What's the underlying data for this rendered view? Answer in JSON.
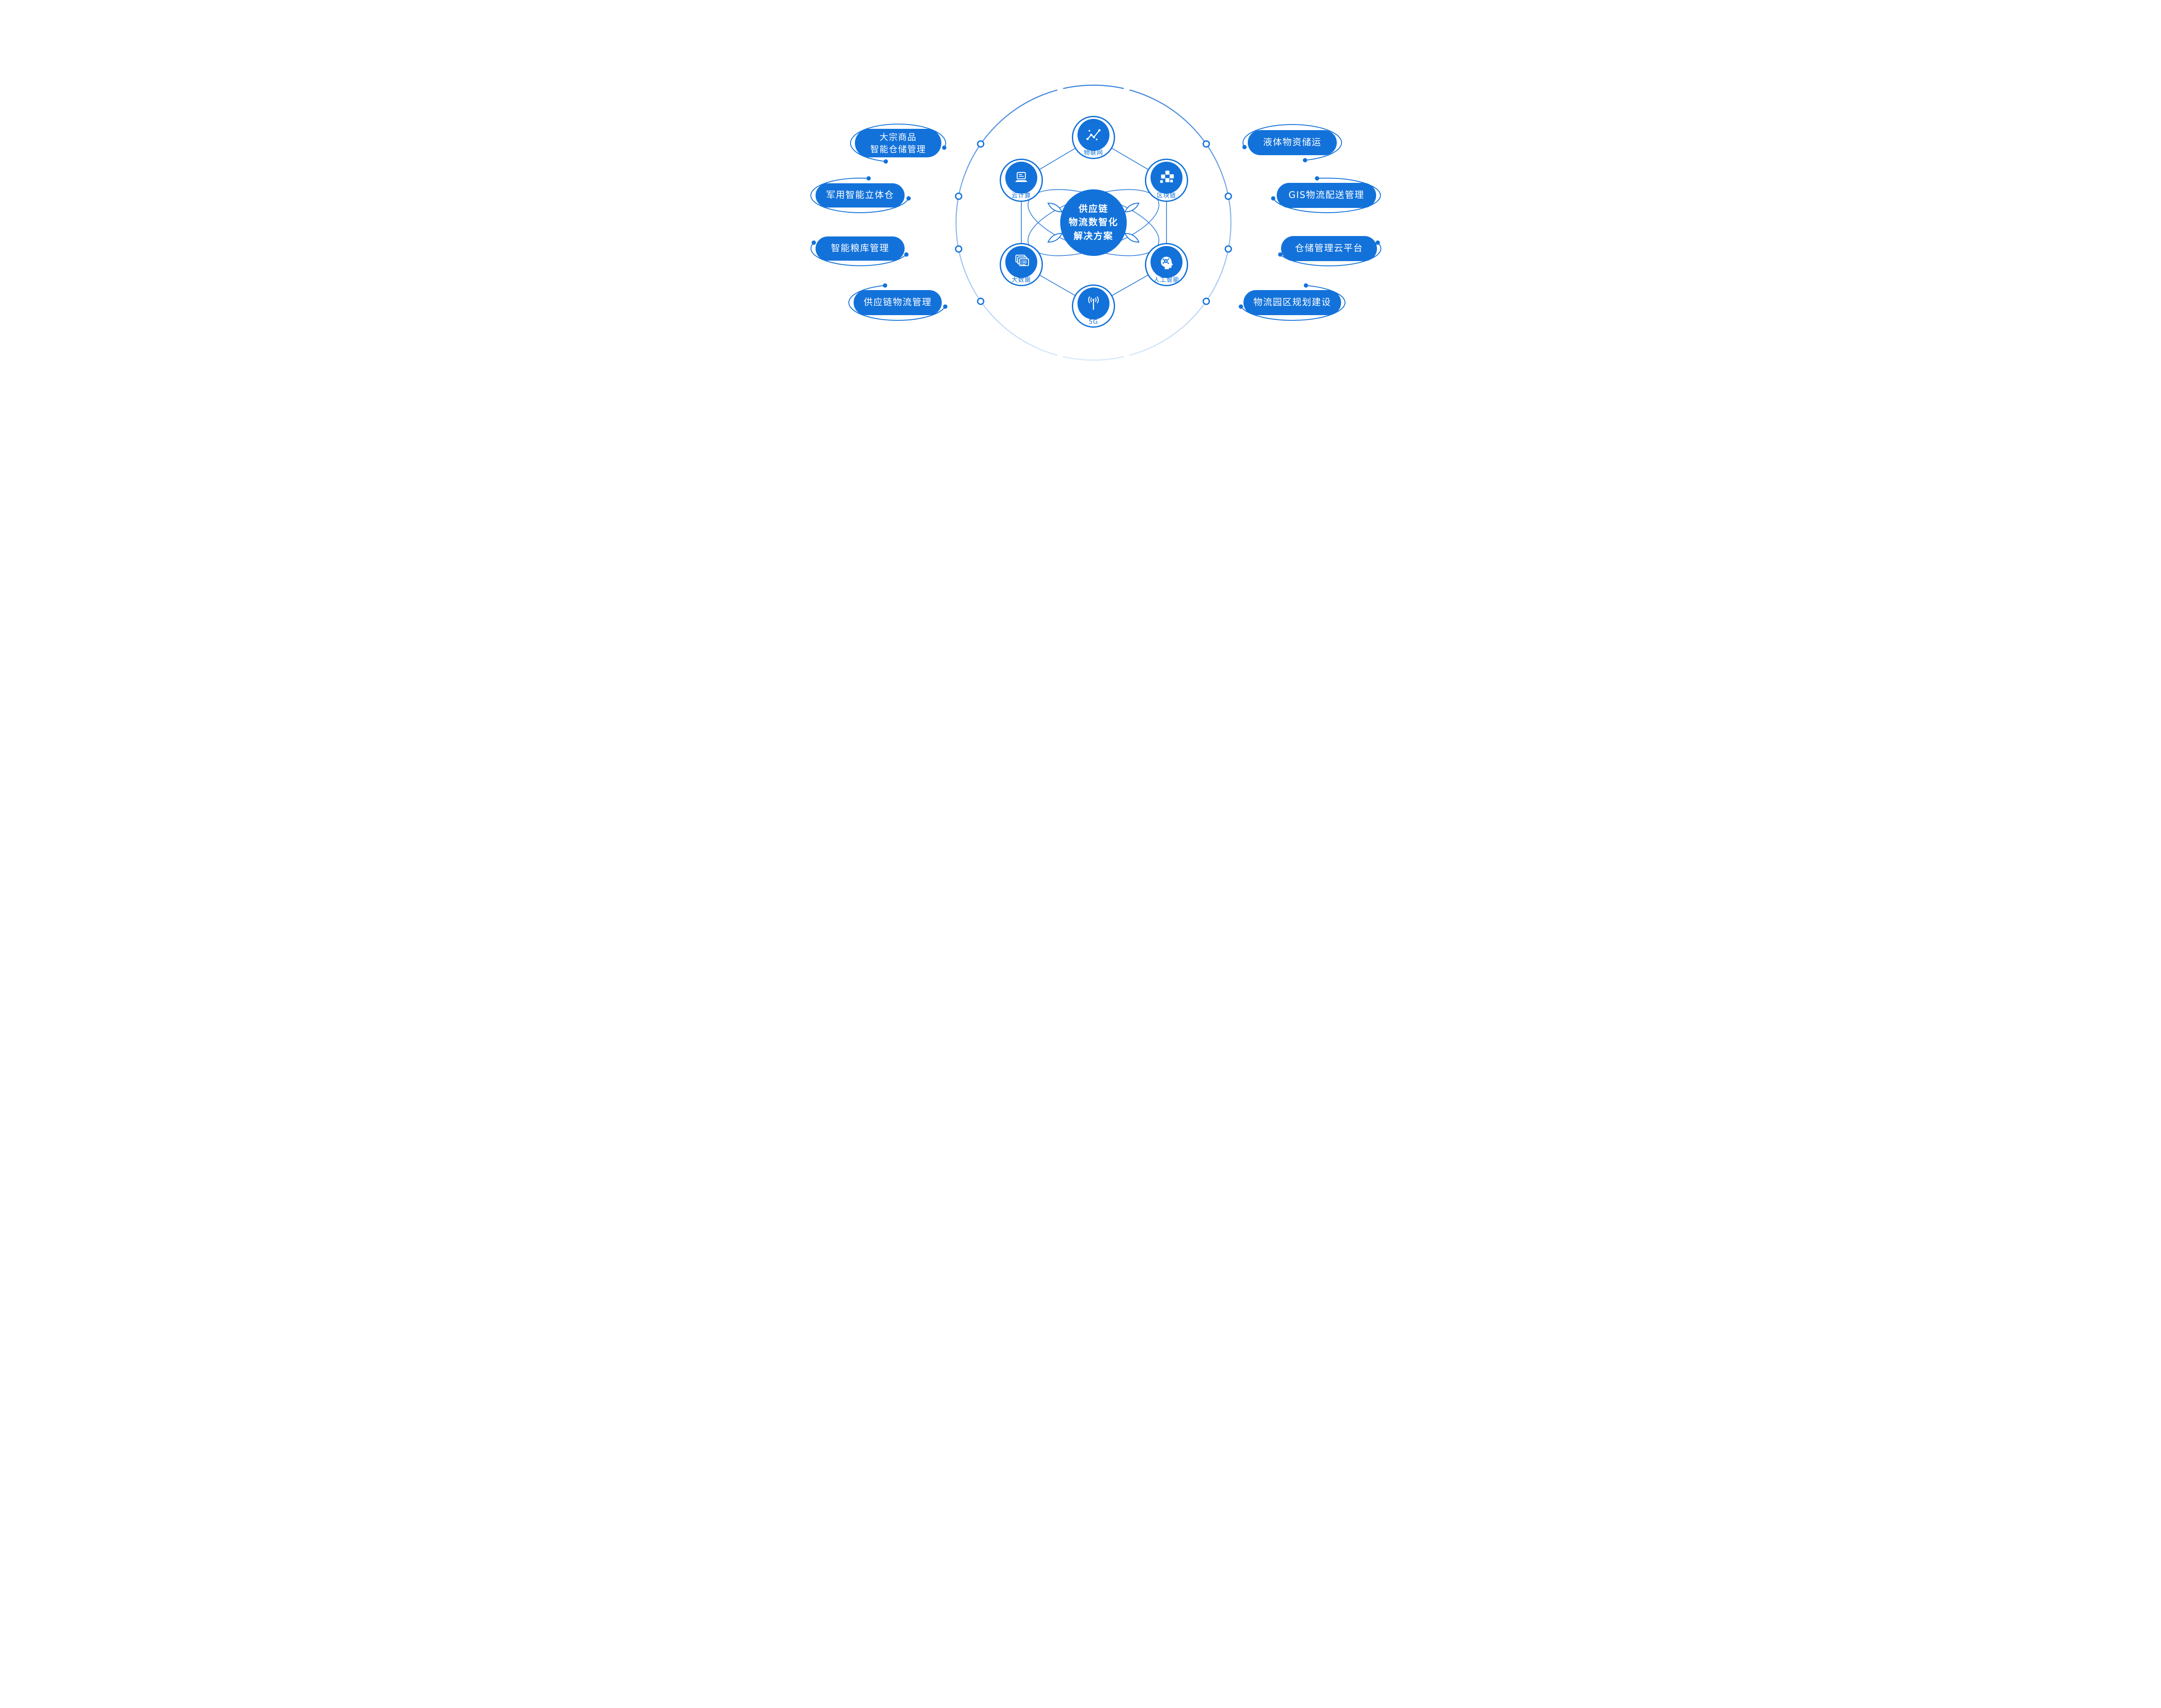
{
  "colors": {
    "primary": "#1372da",
    "line": "#2e7edb",
    "ring_top": "#3b82dd",
    "ring_bottom": "#d7e7f9"
  },
  "center_hub": {
    "line1": "供应链",
    "line2": "物流数智化",
    "line3": "解决方案"
  },
  "tech_nodes": [
    {
      "label": "物联网",
      "icon": "iot-network-icon"
    },
    {
      "label": "区块链",
      "icon": "blockchain-icon"
    },
    {
      "label": "人工智能",
      "icon": "ai-head-icon"
    },
    {
      "label": "5G",
      "icon": "antenna-5g-icon"
    },
    {
      "label": "大数据",
      "icon": "big-data-stack-icon"
    },
    {
      "label": "云计算",
      "icon": "cloud-laptop-icon"
    }
  ],
  "left_pills": [
    {
      "lines": [
        "大宗商品",
        "智能仓储管理"
      ]
    },
    {
      "lines": [
        "军用智能立体仓"
      ]
    },
    {
      "lines": [
        "智能粮库管理"
      ]
    },
    {
      "lines": [
        "供应链物流管理"
      ]
    }
  ],
  "right_pills": [
    {
      "lines": [
        "液体物资储运"
      ]
    },
    {
      "lines": [
        "GIS物流配送管理"
      ]
    },
    {
      "lines": [
        "仓储管理云平台"
      ]
    },
    {
      "lines": [
        "物流园区规划建设"
      ]
    }
  ]
}
